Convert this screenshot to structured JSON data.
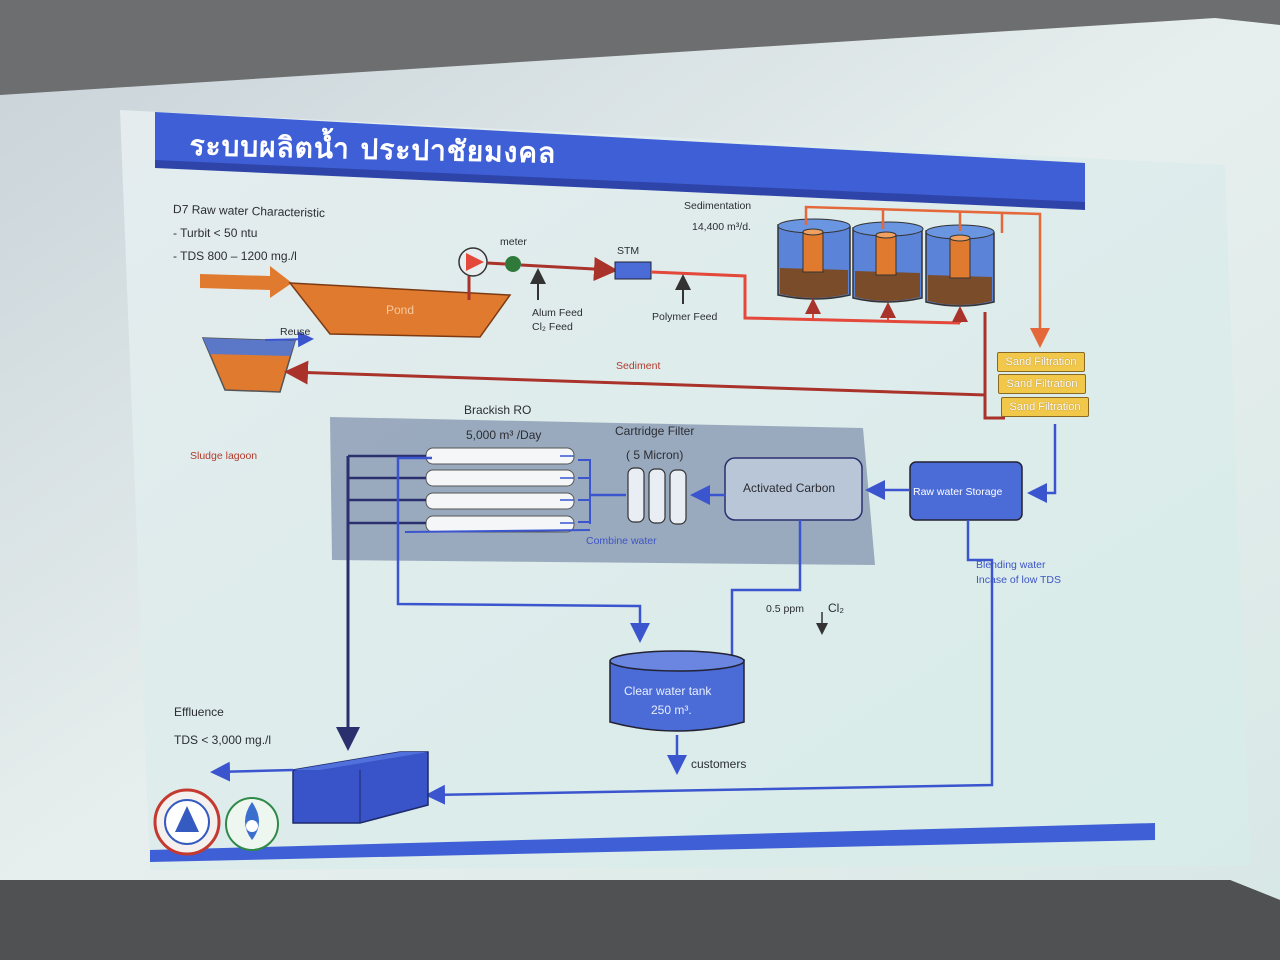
{
  "title": "ระบบผลิตน้ำ ประปาชัยมงคล",
  "raw_water": {
    "heading": "D7 Raw water Characteristic",
    "turbid": "- Turbit  < 50 ntu",
    "tds": "- TDS 800 – 1200 mg./l"
  },
  "labels": {
    "meter": "meter",
    "stm": "STM",
    "pond": "Pond",
    "reuse": "Reuse",
    "alum_feed": "Alum Feed",
    "cl2_feed": "Cl₂  Feed",
    "polymer_feed": "Polymer Feed",
    "sedimentation": "Sedimentation",
    "sedimentation_capacity": "14,400 m³/d.",
    "sediment": "Sediment",
    "sludge_lagoon": "Sludge lagoon",
    "sand_filtration": [
      "Sand Filtration",
      "Sand Filtration",
      "Sand Filtration"
    ],
    "brackish_ro": "Brackish RO",
    "ro_capacity": "5,000 m³ /Day",
    "cartridge_filter": "Cartridge Filter",
    "micron": "( 5 Micron)",
    "activated_carbon": "Activated Carbon",
    "raw_water_storage": "Raw water Storage",
    "combine_water": "Combine water",
    "blending_line1": "Blending water",
    "blending_line2": "Incase of low TDS",
    "chlorine_dose": "0.5 ppm",
    "cl2": "Cl₂",
    "clear_tank_line1": "Clear water tank",
    "clear_tank_line2": "250 m³.",
    "customers": "customers",
    "effluence": "Effluence",
    "effluence_tds": "TDS < 3,000 mg./l"
  },
  "colors": {
    "title_bar": "#3f5fd6",
    "raw_line": "#a9322a",
    "filter_line": "#e4683a",
    "blue_line": "#3b55cf",
    "navy_line": "#2a2f6e",
    "pond": "#e07a2e",
    "sand_box": "#f2c84a",
    "box_fill": "#4b6bd6",
    "ro_area": "#8e9fb6"
  }
}
